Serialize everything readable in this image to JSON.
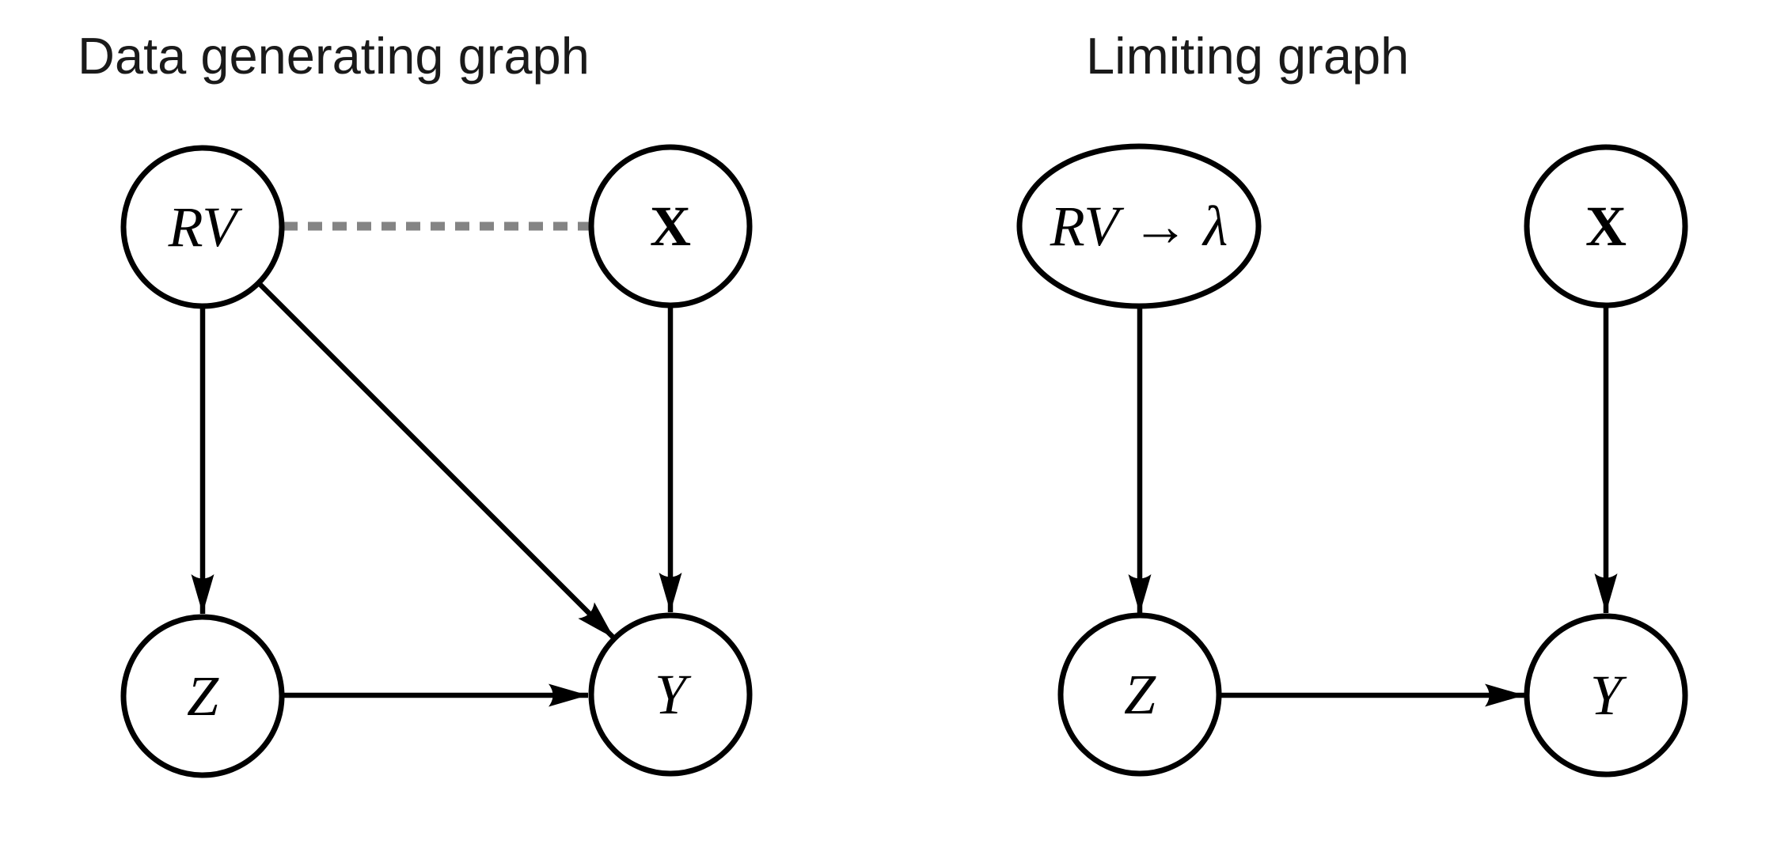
{
  "figure": {
    "background": "#ffffff",
    "node_fill": "#ffffff",
    "node_stroke": "#000000",
    "edge_color": "#000000",
    "dashed_edge_color": "#848484",
    "title_color": "#1a1a1a"
  },
  "left_graph": {
    "title": "Data generating graph",
    "nodes": {
      "rv": {
        "label": "RV",
        "shape": "circle"
      },
      "x": {
        "label": "X",
        "shape": "circle"
      },
      "z": {
        "label": "Z",
        "shape": "circle"
      },
      "y": {
        "label": "Y",
        "shape": "circle"
      }
    },
    "edges": [
      {
        "from": "RV",
        "to": "X",
        "style": "dashed",
        "directed": false
      },
      {
        "from": "RV",
        "to": "Z",
        "style": "solid",
        "directed": true
      },
      {
        "from": "RV",
        "to": "Y",
        "style": "solid",
        "directed": true
      },
      {
        "from": "X",
        "to": "Y",
        "style": "solid",
        "directed": true
      },
      {
        "from": "Z",
        "to": "Y",
        "style": "solid",
        "directed": true
      }
    ]
  },
  "right_graph": {
    "title": "Limiting graph",
    "nodes": {
      "rv_lambda": {
        "label": "RV → λ",
        "shape": "ellipse"
      },
      "x": {
        "label": "X",
        "shape": "circle"
      },
      "z": {
        "label": "Z",
        "shape": "circle"
      },
      "y": {
        "label": "Y",
        "shape": "circle"
      }
    },
    "edges": [
      {
        "from": "RV → λ",
        "to": "Z",
        "style": "solid",
        "directed": true
      },
      {
        "from": "X",
        "to": "Y",
        "style": "solid",
        "directed": true
      },
      {
        "from": "Z",
        "to": "Y",
        "style": "solid",
        "directed": true
      }
    ]
  }
}
